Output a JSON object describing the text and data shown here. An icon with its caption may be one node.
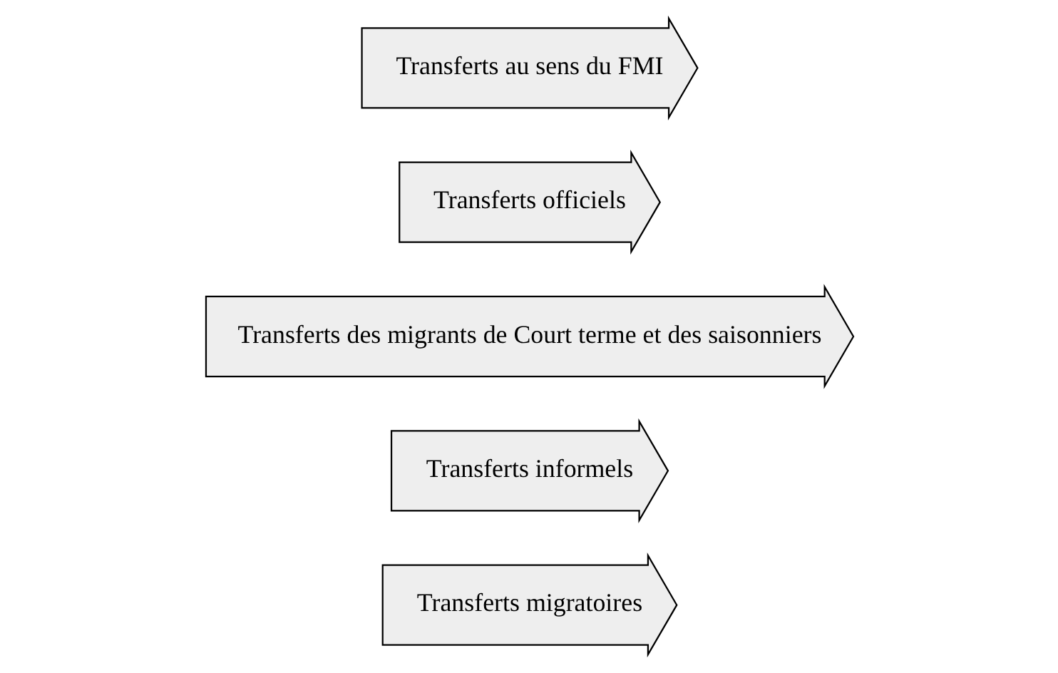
{
  "diagram": {
    "nodes": [
      {
        "text": [
          "Transferts migratoires"
        ]
      },
      {
        "text": [
          "Transferts informels"
        ]
      },
      {
        "text": [
          "Transferts des migrants de Court terme et des saisonniers"
        ]
      },
      {
        "text": [
          "Transferts officiels"
        ]
      },
      {
        "text": [
          "Transferts au sens du FMI"
        ]
      }
    ]
  }
}
